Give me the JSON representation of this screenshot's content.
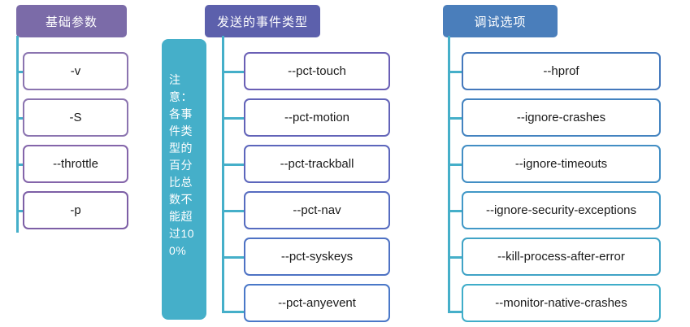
{
  "diagram": {
    "title": "Android Monkey command line options mind map",
    "background": "#ffffff",
    "connector_color": "#45AFC9"
  },
  "note": {
    "text": "注意：各事件类型的百分比总数不能超过100%",
    "fill": "#45AFC9",
    "text_color": "#ffffff"
  },
  "branches": [
    {
      "id": "basic-params",
      "header": "基础参数",
      "header_fill": "#7B6BA8",
      "node_border": "#8B74B0",
      "nodes": [
        {
          "label": "-v",
          "border": "#8B74B0"
        },
        {
          "label": "-S",
          "border": "#8B74B0"
        },
        {
          "label": "--throttle",
          "border": "#8465AA"
        },
        {
          "label": "-p",
          "border": "#7D5FA6"
        }
      ]
    },
    {
      "id": "event-types",
      "header": "发送的事件类型",
      "header_fill": "#5C60AC",
      "node_border": "#6A6DC0",
      "nodes": [
        {
          "label": "--pct-touch",
          "border": "#6A5FB5"
        },
        {
          "label": "--pct-motion",
          "border": "#6263B8"
        },
        {
          "label": "--pct-trackball",
          "border": "#5C66BC"
        },
        {
          "label": "--pct-nav",
          "border": "#566CC0"
        },
        {
          "label": "--pct-syskeys",
          "border": "#4E72C4"
        },
        {
          "label": "--pct-anyevent",
          "border": "#4A78C8"
        }
      ]
    },
    {
      "id": "debug-options",
      "header": "调试选项",
      "header_fill": "#4A7EBB",
      "node_border": "#4A7EBB",
      "nodes": [
        {
          "label": "--hprof",
          "border": "#4478BC"
        },
        {
          "label": "--ignore-crashes",
          "border": "#4383C0"
        },
        {
          "label": "--ignore-timeouts",
          "border": "#428EC4"
        },
        {
          "label": "--ignore-security-exceptions",
          "border": "#4198C7"
        },
        {
          "label": "--kill-process-after-error",
          "border": "#40A3C6"
        },
        {
          "label": "--monitor-native-crashes",
          "border": "#3FADC9"
        }
      ]
    }
  ]
}
